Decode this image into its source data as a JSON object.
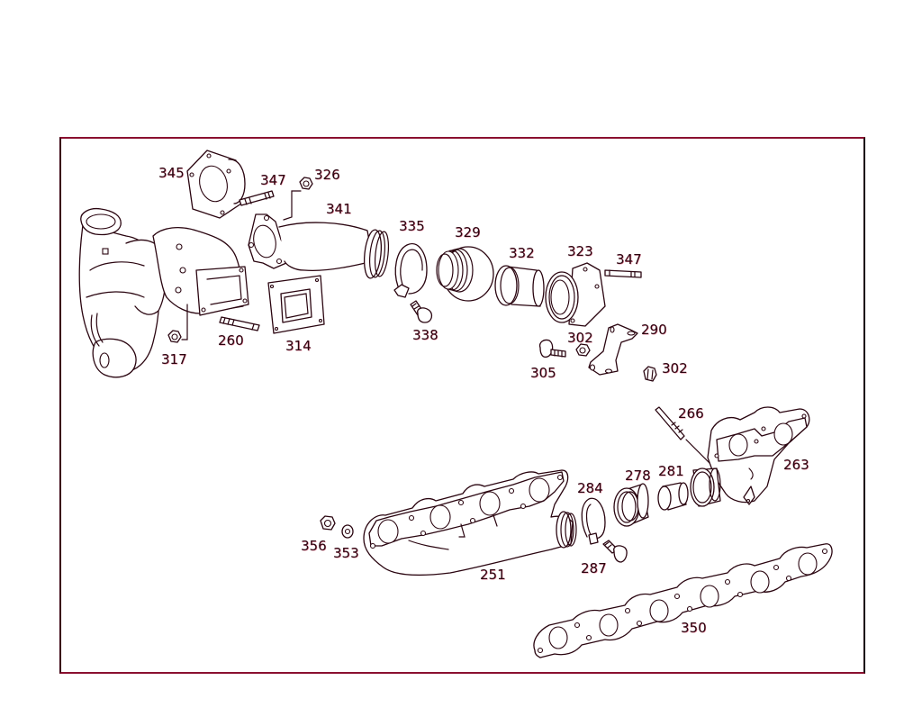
{
  "diagram": {
    "type": "exploded-parts-diagram",
    "subject": "turbocharger and exhaust manifold assembly",
    "colors": {
      "line": "#2a0510",
      "frame": "#8a1030",
      "background": "#ffffff"
    },
    "callouts": [
      {
        "id": "345",
        "label": "345"
      },
      {
        "id": "347a",
        "label": "347"
      },
      {
        "id": "326",
        "label": "326"
      },
      {
        "id": "341",
        "label": "341"
      },
      {
        "id": "335",
        "label": "335"
      },
      {
        "id": "329",
        "label": "329"
      },
      {
        "id": "332",
        "label": "332"
      },
      {
        "id": "323",
        "label": "323"
      },
      {
        "id": "347b",
        "label": "347"
      },
      {
        "id": "338",
        "label": "338"
      },
      {
        "id": "314",
        "label": "314"
      },
      {
        "id": "260",
        "label": "260"
      },
      {
        "id": "317",
        "label": "317"
      },
      {
        "id": "302a",
        "label": "302"
      },
      {
        "id": "290",
        "label": "290"
      },
      {
        "id": "305",
        "label": "305"
      },
      {
        "id": "302b",
        "label": "302"
      },
      {
        "id": "266",
        "label": "266"
      },
      {
        "id": "263",
        "label": "263"
      },
      {
        "id": "284",
        "label": "284"
      },
      {
        "id": "278",
        "label": "278"
      },
      {
        "id": "281",
        "label": "281"
      },
      {
        "id": "356",
        "label": "356"
      },
      {
        "id": "353",
        "label": "353"
      },
      {
        "id": "251",
        "label": "251"
      },
      {
        "id": "287",
        "label": "287"
      },
      {
        "id": "350",
        "label": "350"
      }
    ]
  }
}
